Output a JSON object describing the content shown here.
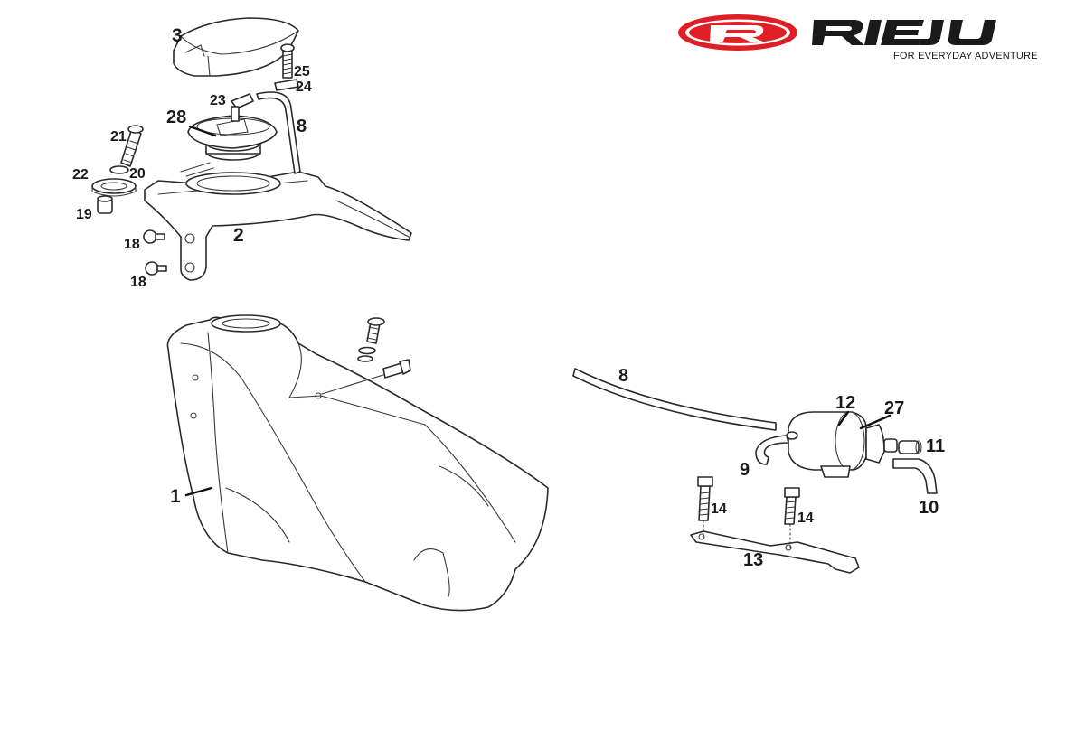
{
  "brand": {
    "name": "RIEJU",
    "tagline": "FOR EVERYDAY ADVENTURE",
    "primary_color": "#e01e26",
    "text_color": "#1a1a1a",
    "logo_icon": "r-emblem-icon"
  },
  "callouts": {
    "c1": "1",
    "c2": "2",
    "c3": "3",
    "c8a": "8",
    "c8b": "8",
    "c9": "9",
    "c10": "10",
    "c11": "11",
    "c12": "12",
    "c13": "13",
    "c14a": "14",
    "c14b": "14",
    "c18a": "18",
    "c18b": "18",
    "c19": "19",
    "c20": "20",
    "c21": "21",
    "c22": "22",
    "c23": "23",
    "c24": "24",
    "c25": "25",
    "c27": "27",
    "c28": "28"
  },
  "colors": {
    "line": "#2a2a2a",
    "background": "#ffffff"
  }
}
